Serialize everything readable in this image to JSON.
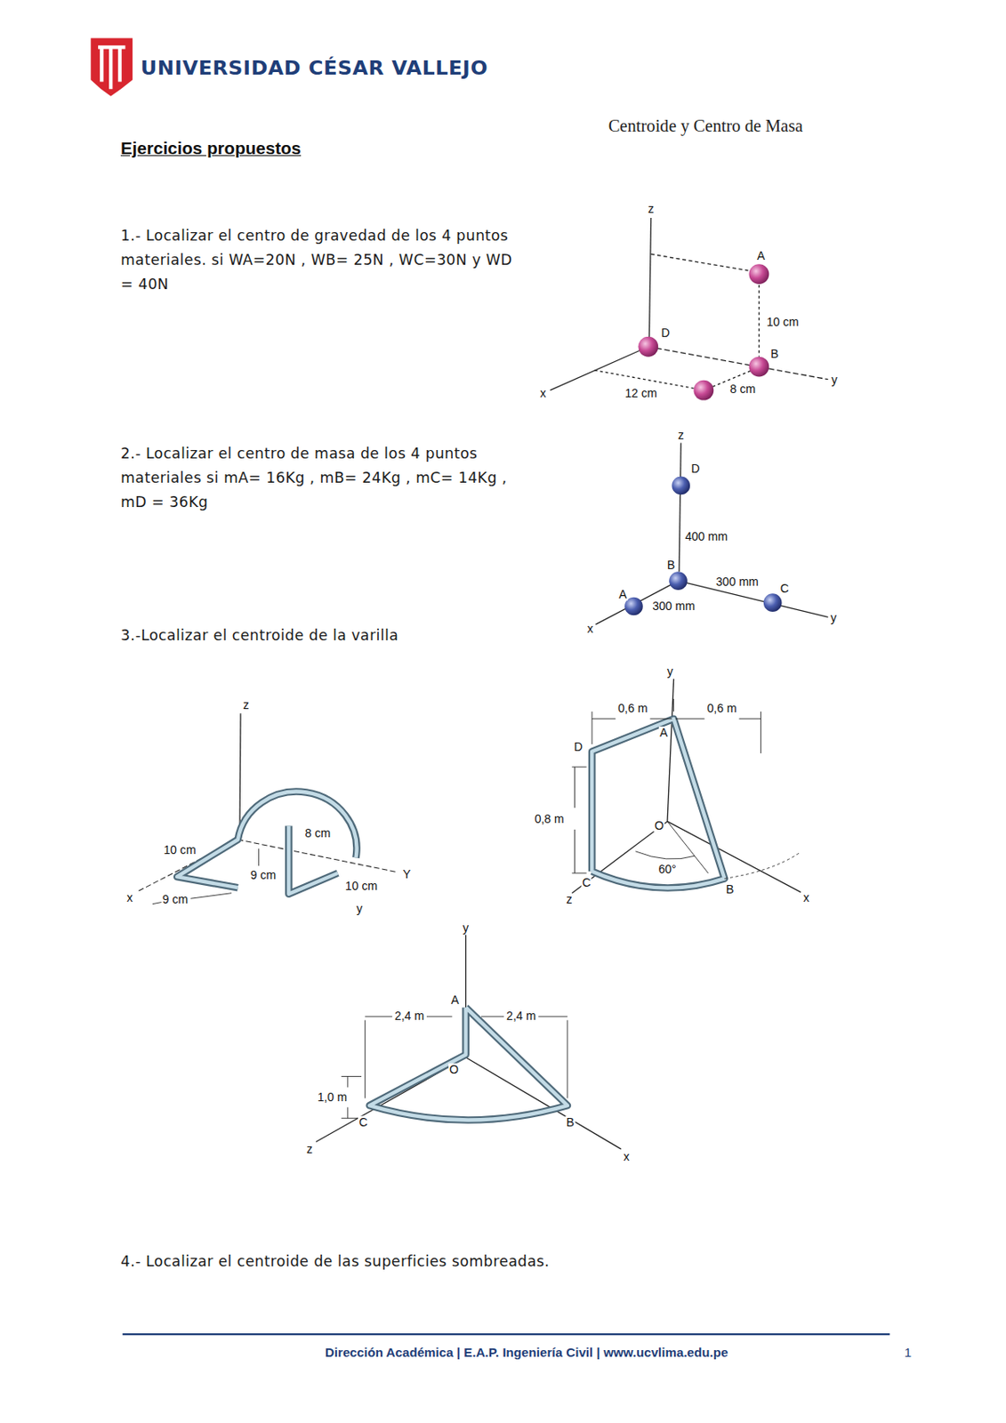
{
  "diagram": {
    "title": "Centroide y Centro de Masa",
    "labels": [
      "UNIVERSIDAD CÉSAR VALLEJO",
      "Ejercicios propuestos",
      "1.- Localizar el centro de gravedad de los 4 puntos materiales. si WA=20N , WB= 25N , WC=30N y WD = 40N",
      "z",
      "A",
      "10 cm",
      "D",
      "B",
      "x",
      "12 cm",
      "8 cm",
      "y",
      "2.- Localizar el centro de masa de los 4 puntos materiales si mA= 16Kg , mB= 24Kg , mC= 14Kg , mD = 36Kg",
      "z",
      "D",
      "400 mm",
      "B",
      "300 mm",
      "C",
      "A",
      "300 mm",
      "x",
      "y",
      "3.-Localizar el centroide de la varilla",
      "z",
      "8 cm",
      "10 cm",
      "9 cm",
      "Y",
      "10 cm",
      "x",
      "9 cm",
      "y",
      "y",
      "0,6 m",
      "0,6 m",
      "A",
      "D",
      "0,8 m",
      "O",
      "60°",
      "C",
      "B",
      "z",
      "x",
      "y",
      "2,4 m",
      "A",
      "2,4 m",
      "O",
      "1,0 m",
      "C",
      "B",
      "z",
      "x",
      "4.- Localizar el centroide de las superficies sombreadas.",
      "Dirección Académica | E.A.P. Ingeniería Civil | www.ucvlima.edu.pe",
      "1"
    ]
  }
}
